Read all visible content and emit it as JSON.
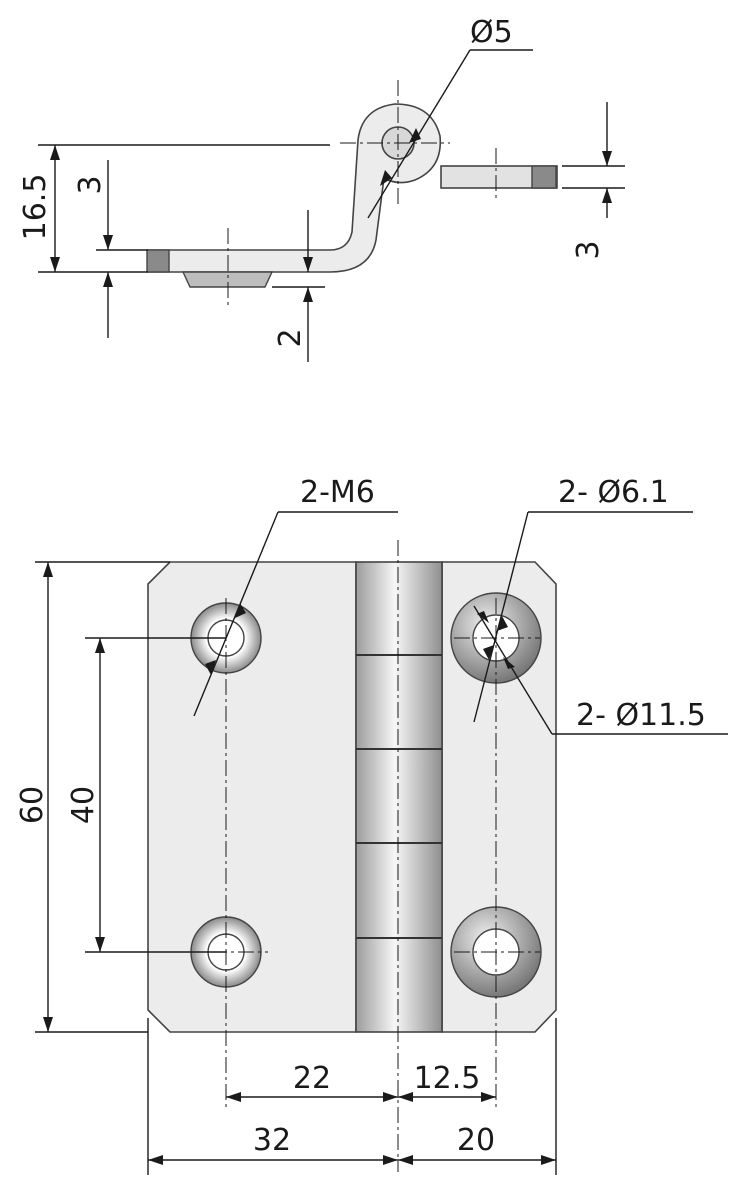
{
  "side_view": {
    "dims": {
      "pin_dia": "Ø5",
      "height": "16.5",
      "leaf_thick_left": "3",
      "leaf_thick_right": "3",
      "countersink_depth": "2"
    }
  },
  "front_view": {
    "callouts": {
      "thread": "2-M6",
      "hole_dia": "2- Ø6.1",
      "counterbore_dia": "2- Ø11.5"
    },
    "dims": {
      "overall_height": "60",
      "hole_pitch": "40",
      "left_hole_offset": "22",
      "right_hole_offset": "12.5",
      "left_leaf_width": "32",
      "right_leaf_width": "20"
    }
  },
  "colors": {
    "line": "#1a1a1a",
    "part_fill": "#ececec",
    "shade": "#9a9a9a"
  }
}
